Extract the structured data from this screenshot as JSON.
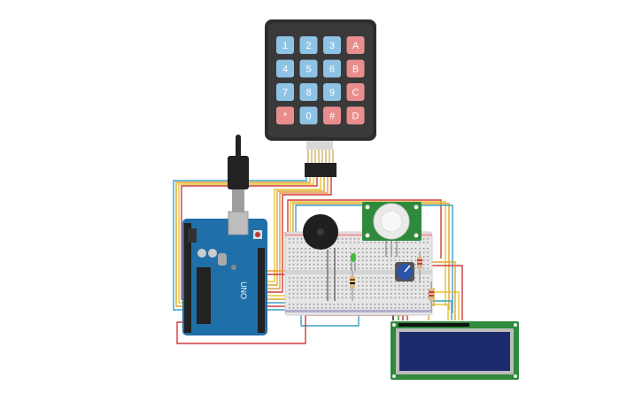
{
  "keypad": {
    "rows": [
      [
        "1",
        "2",
        "3",
        "A"
      ],
      [
        "4",
        "5",
        "6",
        "B"
      ],
      [
        "7",
        "8",
        "9",
        "C"
      ],
      [
        "*",
        "0",
        "#",
        "D"
      ]
    ]
  },
  "arduino": {
    "board_label": "UNO"
  },
  "colors": {
    "keypad_body": "#2d2d2d",
    "key_blue": "#8fc3e6",
    "key_red": "#e98e8e",
    "arduino_blue": "#1f6fa8",
    "breadboard": "#e6e6e6",
    "lcd_pcb": "#2f8a3c",
    "lcd_screen": "#1c2b6b",
    "pir_pcb": "#2f8a3c"
  }
}
